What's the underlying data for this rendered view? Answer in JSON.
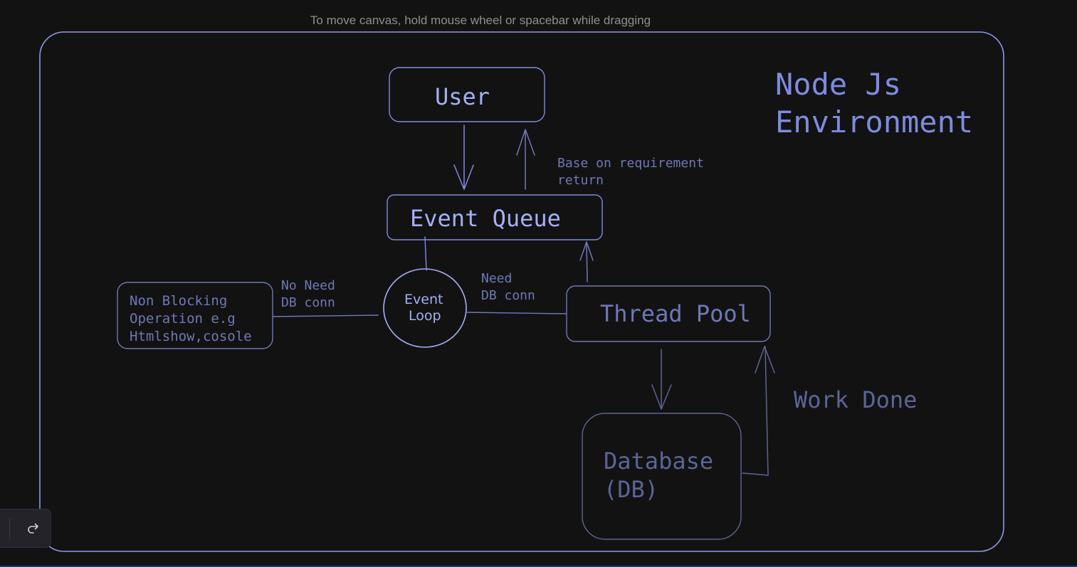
{
  "canvas_hint": "To move canvas, hold mouse wheel or spacebar while dragging",
  "diagram": {
    "title_line1": "Node Js",
    "title_line2": "Environment",
    "user": "User",
    "event_queue": "Event Queue",
    "event_loop_line1": "Event",
    "event_loop_line2": "Loop",
    "thread_pool": "Thread Pool",
    "database_line1": "Database",
    "database_line2": "(DB)",
    "non_blocking_line1": "Non Blocking",
    "non_blocking_line2": "Operation e.g",
    "non_blocking_line3": "Htmlshow,cosole",
    "no_need_line1": "No Need",
    "no_need_line2": "DB conn",
    "need_line1": "Need",
    "need_line2": "DB conn",
    "base_line1": "Base on requirement",
    "base_line2": "return",
    "work_done": "Work Done"
  },
  "toolbar": {
    "redo_icon": "redo-icon"
  },
  "colors": {
    "background": "#121212",
    "stroke": "#a4b0f5",
    "stroke_dim": "#5c6498"
  }
}
